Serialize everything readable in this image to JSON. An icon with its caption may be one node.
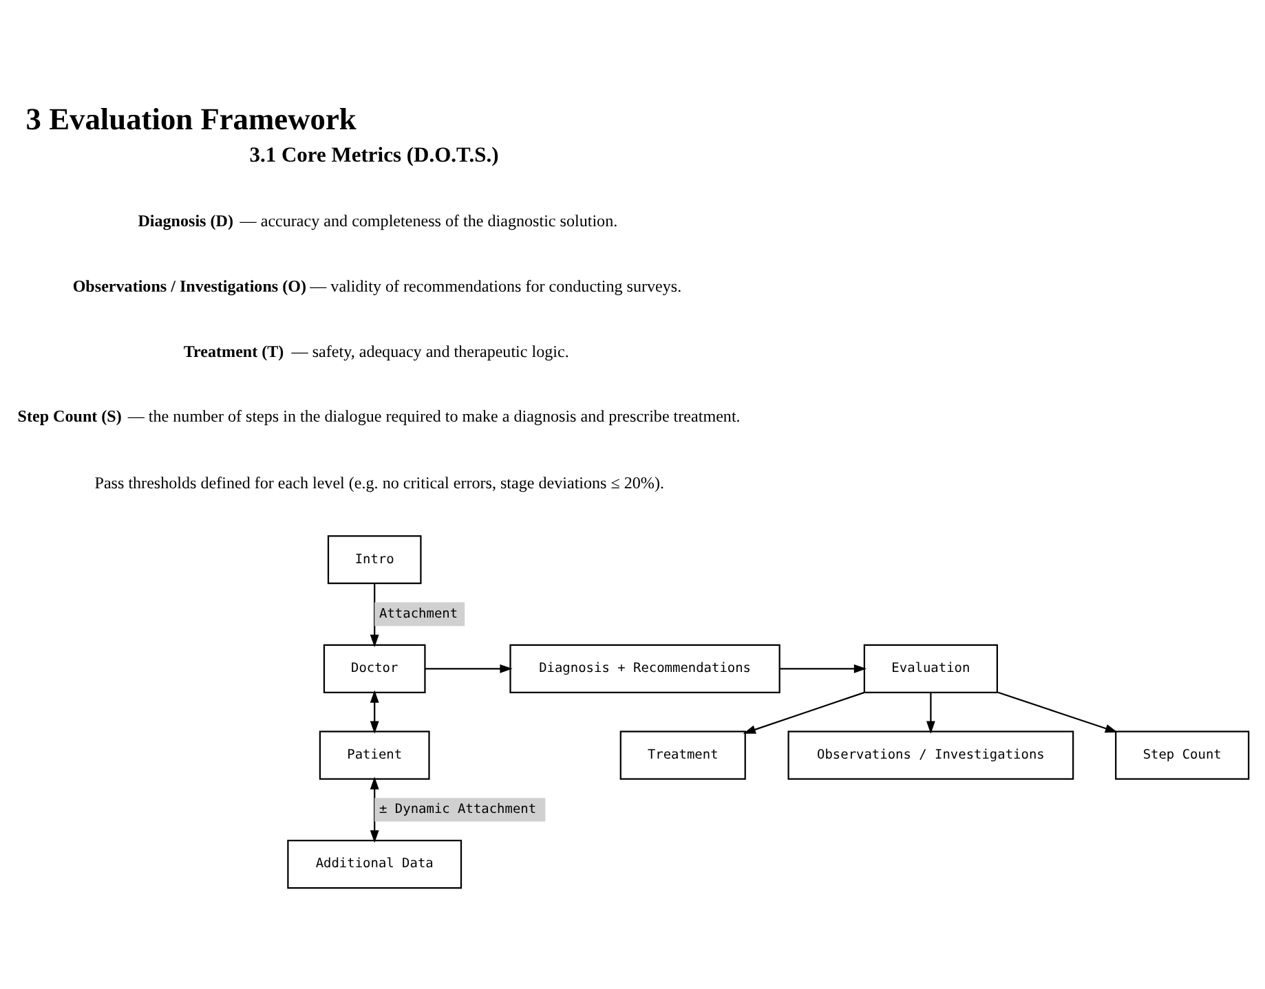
{
  "diagram": {
    "title": "3 Evaluation Framework",
    "nodes": [
      {
        "text": [
          "Intro"
        ]
      },
      {
        "text": [
          "Doctor"
        ]
      },
      {
        "text": [
          "Patient"
        ]
      },
      {
        "text": [
          "Additional Data"
        ]
      },
      {
        "text": [
          "Diagnosis + Recommendations"
        ]
      },
      {
        "text": [
          "Evaluation"
        ]
      },
      {
        "text": [
          "Treatment"
        ]
      },
      {
        "text": [
          "Observations / Investigations"
        ]
      },
      {
        "text": [
          "Step Count"
        ]
      }
    ],
    "edges": [
      {
        "from": 0,
        "to": 1,
        "arrow": "to",
        "label": "Attachment"
      },
      {
        "from": 1,
        "to": 2,
        "arrow": "both"
      },
      {
        "from": 2,
        "to": 3,
        "arrow": "both",
        "label": "± Dynamic Attachment"
      },
      {
        "from": 1,
        "to": 4,
        "arrow": "to"
      },
      {
        "from": 4,
        "to": 5,
        "arrow": "to"
      },
      {
        "from": 5,
        "to": 6,
        "arrow": "to"
      },
      {
        "from": 5,
        "to": 7,
        "arrow": "to"
      },
      {
        "from": 5,
        "to": 8,
        "arrow": "to"
      }
    ],
    "labels": [
      "3.1 Core Metrics (D.O.T.S.)",
      "**Diagnosis (D)** — accuracy and completeness of the diagnostic solution.",
      "**Observations / Investigations (O)** — validity of recommendations for conducting surveys.",
      "**Treatment (T)** — safety, adequacy and therapeutic logic.",
      "**Step Count (S)** — the number of steps in the dialogue required to make a diagnosis and prescribe treatment.",
      "Pass thresholds defined for each level (e.g. no critical errors, stage deviations ≤ 20%)."
    ]
  }
}
